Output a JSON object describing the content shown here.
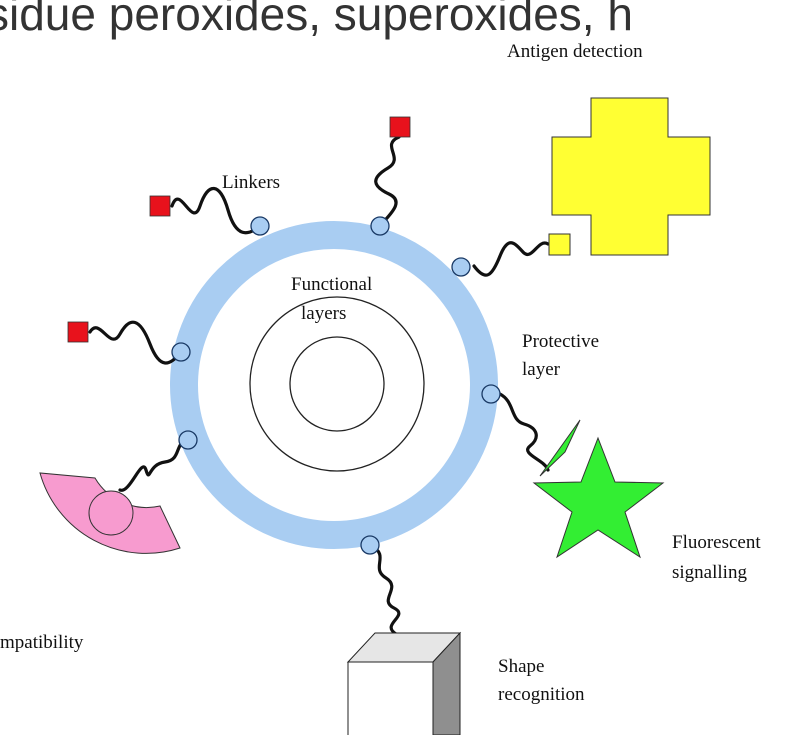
{
  "header": {
    "partial_text": "sidue peroxides, superoxides, h"
  },
  "diagram": {
    "labels": {
      "antigen_detection": "Antigen detection",
      "linkers": "Linkers",
      "functional_line1": "Functional",
      "functional_line2": "layers",
      "protective_line1": "Protective",
      "protective_line2": "layer",
      "fluorescent_line1": "Fluorescent",
      "fluorescent_line2": "signalling",
      "biocompat_partial": "mpatibility",
      "shape_line1": "Shape",
      "shape_line2": "recognition"
    },
    "colors": {
      "protective_ring": "#a9cdf2",
      "red_marker": "#e8121c",
      "yellow_antigen": "#ffff33",
      "green_fluor": "#33ee33",
      "pink_biocompat": "#f79bcf",
      "cube_side": "#8f8f8f",
      "cube_top": "#e6e6e6",
      "cube_front": "#ffffff"
    }
  }
}
